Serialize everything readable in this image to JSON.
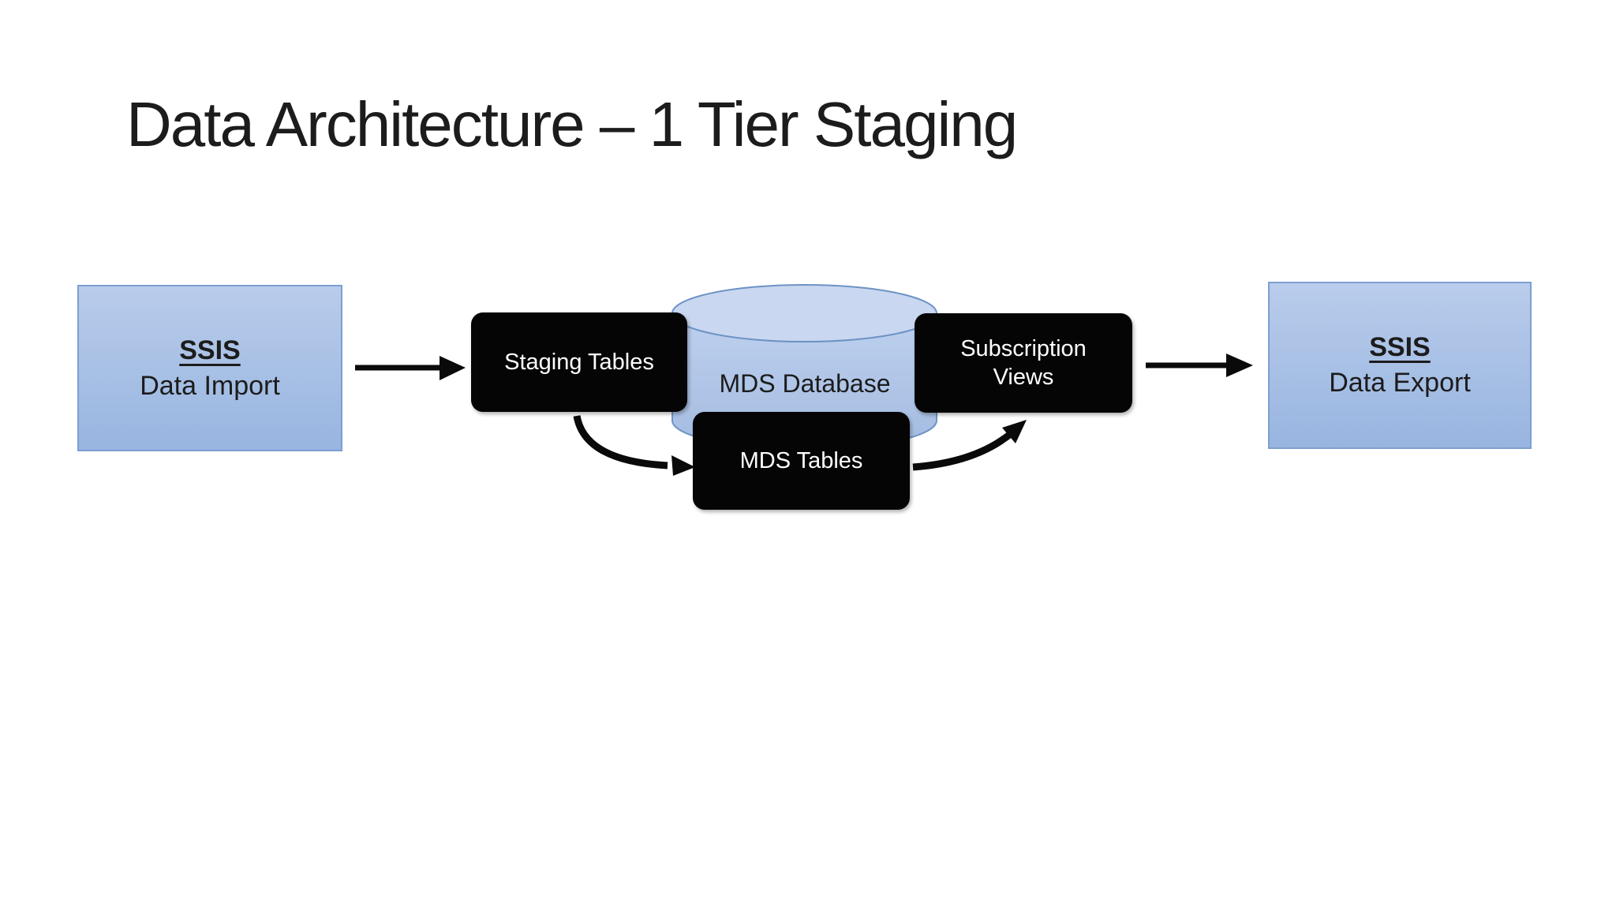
{
  "slide": {
    "title": "Data Architecture – 1 Tier Staging"
  },
  "diagram": {
    "ssis_import": {
      "heading": "SSIS",
      "label": "Data Import"
    },
    "flow_arrow_1": "import-to-staging",
    "staging_tables": {
      "label": "Staging Tables"
    },
    "mds_database": {
      "label": "MDS Database"
    },
    "mds_tables": {
      "label": "MDS Tables"
    },
    "subscription_views": {
      "label": "Subscription Views"
    },
    "flow_arrow_2": "subscription-to-export",
    "ssis_export": {
      "heading": "SSIS",
      "label": "Data Export"
    },
    "colors": {
      "text_dark": "#1c1c1c",
      "text_light": "#ffffff",
      "black_box": "#050505",
      "arrow": "#0a0a0a",
      "box_blue_top": "#b9cceb",
      "box_blue_bottom": "#98b5e0",
      "box_blue_border": "#7d9fd2",
      "cylinder_top_fill": "#c9d7f0",
      "cylinder_border": "#6d93c4"
    }
  }
}
